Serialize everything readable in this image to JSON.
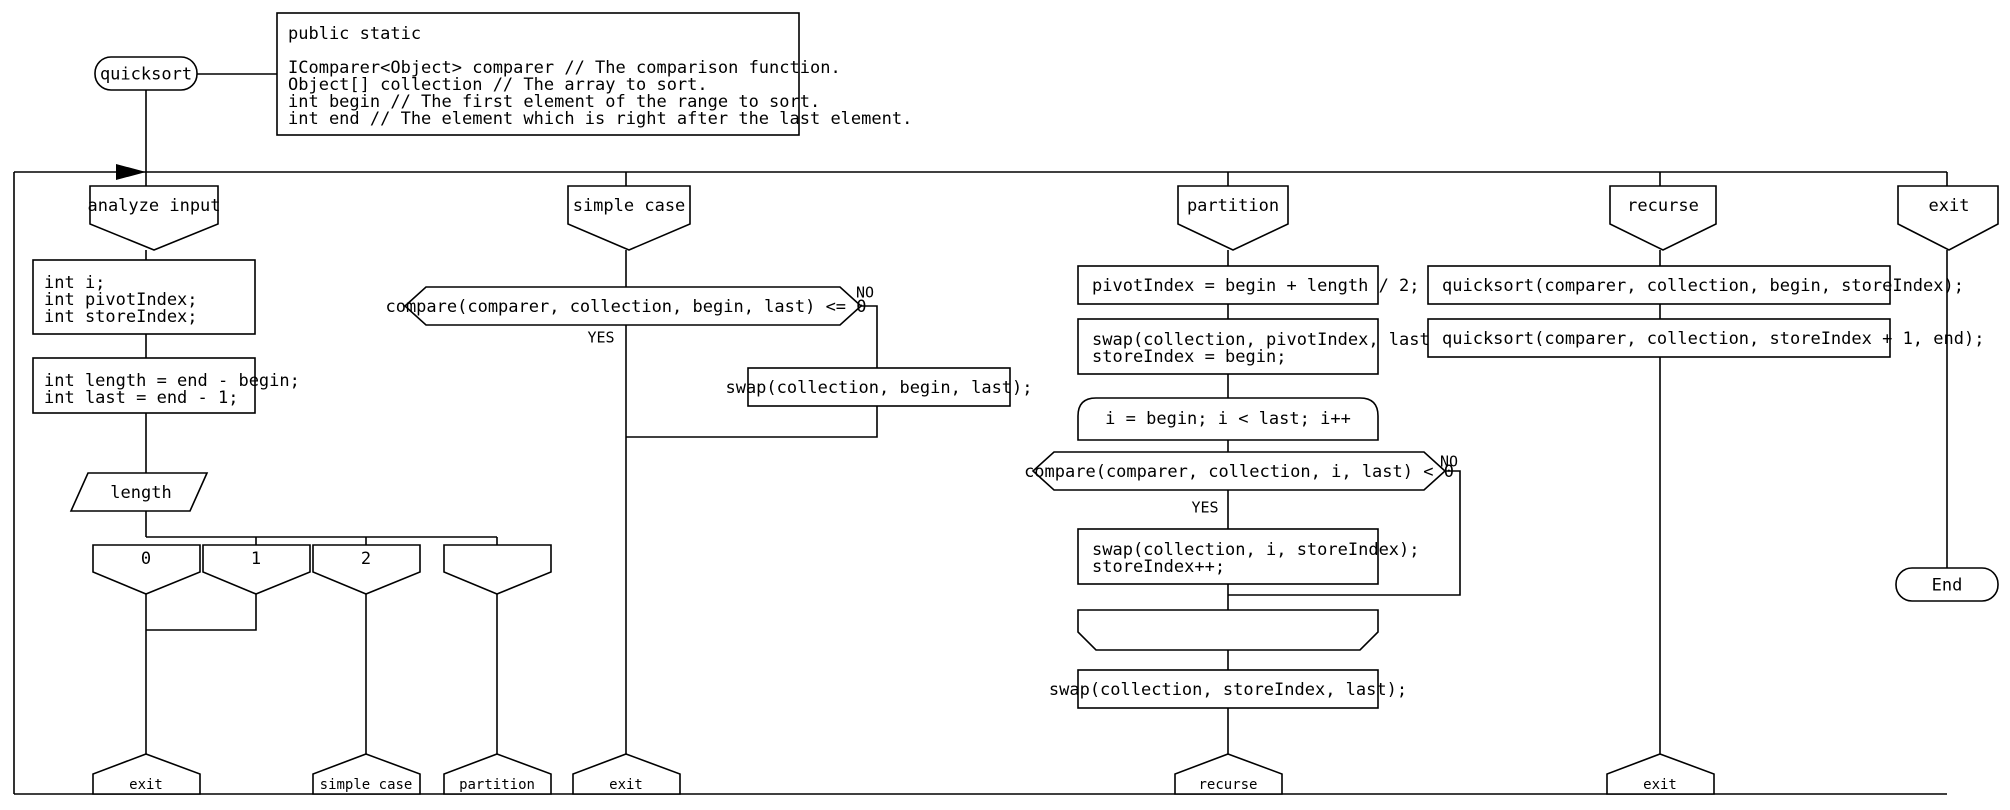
{
  "diagram": {
    "type": "flowchart",
    "title": "quicksort",
    "language_hint": "C#",
    "stroke_color": "#000000",
    "fill_color": "#ffffff",
    "background": "#ffffff"
  },
  "start": {
    "label": "quicksort",
    "shape": "rounded-terminator"
  },
  "signature_note": {
    "shape": "comment-box",
    "lines": [
      "public static",
      "",
      "IComparer<Object> comparer // The comparison function.",
      "Object[] collection // The array to sort.",
      "int begin // The first element of the range to sort.",
      "int end // The element which is right after the last element."
    ]
  },
  "terminator_end": {
    "label": "End",
    "shape": "rounded-terminator"
  },
  "columns": [
    {
      "id": "analyze-input",
      "entry_label": "analyze input",
      "nodes": [
        {
          "id": "declare-vars",
          "shape": "process",
          "lines": [
            "int i;",
            "int pivotIndex;",
            "int storeIndex;"
          ]
        },
        {
          "id": "compute-length",
          "shape": "process",
          "lines": [
            "int length = end - begin;",
            "int last = end - 1;"
          ]
        },
        {
          "id": "switch-length",
          "shape": "switch-parallelogram",
          "label": "length"
        }
      ],
      "switch_cases": [
        {
          "label": "0"
        },
        {
          "label": "1"
        },
        {
          "label": "2"
        },
        {
          "label": ""
        }
      ],
      "exits": [
        {
          "label": "exit"
        },
        {
          "label": "simple case"
        },
        {
          "label": "partition"
        }
      ]
    },
    {
      "id": "simple-case",
      "entry_label": "simple case",
      "decision": {
        "shape": "hexagon-decision",
        "label": "compare(comparer, collection, begin, last) <= 0",
        "yes_label": "YES",
        "no_label": "NO"
      },
      "no_branch": {
        "shape": "process",
        "label": "swap(collection, begin, last);"
      },
      "exits": [
        {
          "label": "exit"
        }
      ]
    },
    {
      "id": "partition",
      "entry_label": "partition",
      "nodes": [
        {
          "id": "pivot-index",
          "shape": "process",
          "lines": [
            "pivotIndex = begin + length / 2;"
          ]
        },
        {
          "id": "swap-pivot",
          "shape": "process",
          "lines": [
            "swap(collection, pivotIndex, last);",
            "storeIndex = begin;"
          ]
        },
        {
          "id": "for-loop-start",
          "shape": "loop-start",
          "lines": [
            "i = begin; i < last; i++"
          ]
        },
        {
          "id": "compare-decision",
          "shape": "hexagon-decision",
          "label": "compare(comparer, collection, i, last) < 0",
          "yes_label": "YES",
          "no_label": "NO"
        },
        {
          "id": "swap-store",
          "shape": "process",
          "lines": [
            "swap(collection, i, storeIndex);",
            "storeIndex++;"
          ]
        },
        {
          "id": "for-loop-end",
          "shape": "loop-end",
          "lines": [
            ""
          ]
        },
        {
          "id": "swap-final",
          "shape": "process",
          "lines": [
            "swap(collection, storeIndex, last);"
          ]
        }
      ],
      "exits": [
        {
          "label": "recurse"
        }
      ]
    },
    {
      "id": "recurse",
      "entry_label": "recurse",
      "nodes": [
        {
          "id": "recurse-left",
          "shape": "process",
          "lines": [
            "quicksort(comparer, collection, begin, storeIndex);"
          ]
        },
        {
          "id": "recurse-right",
          "shape": "process",
          "lines": [
            "quicksort(comparer, collection, storeIndex + 1, end);"
          ]
        }
      ],
      "exits": [
        {
          "label": "exit"
        }
      ]
    },
    {
      "id": "exit",
      "entry_label": "exit",
      "nodes": [],
      "exits": []
    }
  ]
}
